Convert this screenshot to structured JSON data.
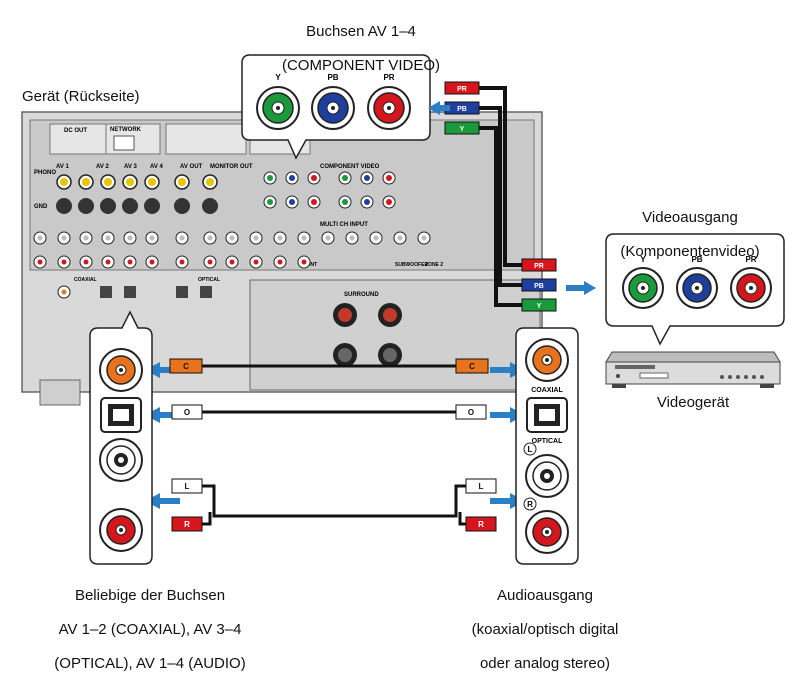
{
  "captions": {
    "av_jacks_title": "Buchsen AV 1–4",
    "av_jacks_subtitle": "(COMPONENT VIDEO)",
    "device_rear": "Gerät (Rückseite)",
    "video_output_title": "Videoausgang",
    "video_output_subtitle": "(Komponentenvideo)",
    "video_device": "Videogerät",
    "input_jacks_line1": "Beliebige der Buchsen",
    "input_jacks_line2": "AV 1–2 (COAXIAL), AV 3–4",
    "input_jacks_line3": "(OPTICAL), AV 1–4 (AUDIO)",
    "audio_output_line1": "Audioausgang",
    "audio_output_line2": "(koaxial/optisch digital",
    "audio_output_line3": "oder analog stereo)"
  },
  "component_jacks": {
    "y": "Y",
    "pb": "PB",
    "pr": "PR"
  },
  "cable_plugs": {
    "pr": "PR",
    "pb": "PB",
    "y": "Y",
    "coaxial": "C",
    "optical": "O",
    "left": "L",
    "right": "R"
  },
  "source_labels": {
    "coaxial": "COAXIAL",
    "optical": "OPTICAL",
    "left": "L",
    "right": "R"
  },
  "panel_labels": {
    "dc_out": "DC OUT",
    "network": "NETWORK",
    "phono": "PHONO",
    "gnd": "GND",
    "av1": "AV 1",
    "av2": "AV 2",
    "av3": "AV 3",
    "av4": "AV 4",
    "av_out": "AV OUT",
    "monitor_out": "MONITOR OUT",
    "component_video": "COMPONENT VIDEO",
    "multi_ch_input": "MULTI CH INPUT",
    "surround": "SURROUND",
    "front": "FRONT",
    "subwoofer": "SUBWOOFER",
    "zone2": "ZONE 2",
    "coaxial": "COAXIAL",
    "optical": "OPTICAL"
  },
  "colors": {
    "green_y": "#1a9a3a",
    "blue_pb": "#1f3f9e",
    "red_pr": "#d6161d",
    "orange_coax": "#e8731c",
    "arrow_blue": "#2b7fc5",
    "panel_gray": "#d4d4d4"
  }
}
